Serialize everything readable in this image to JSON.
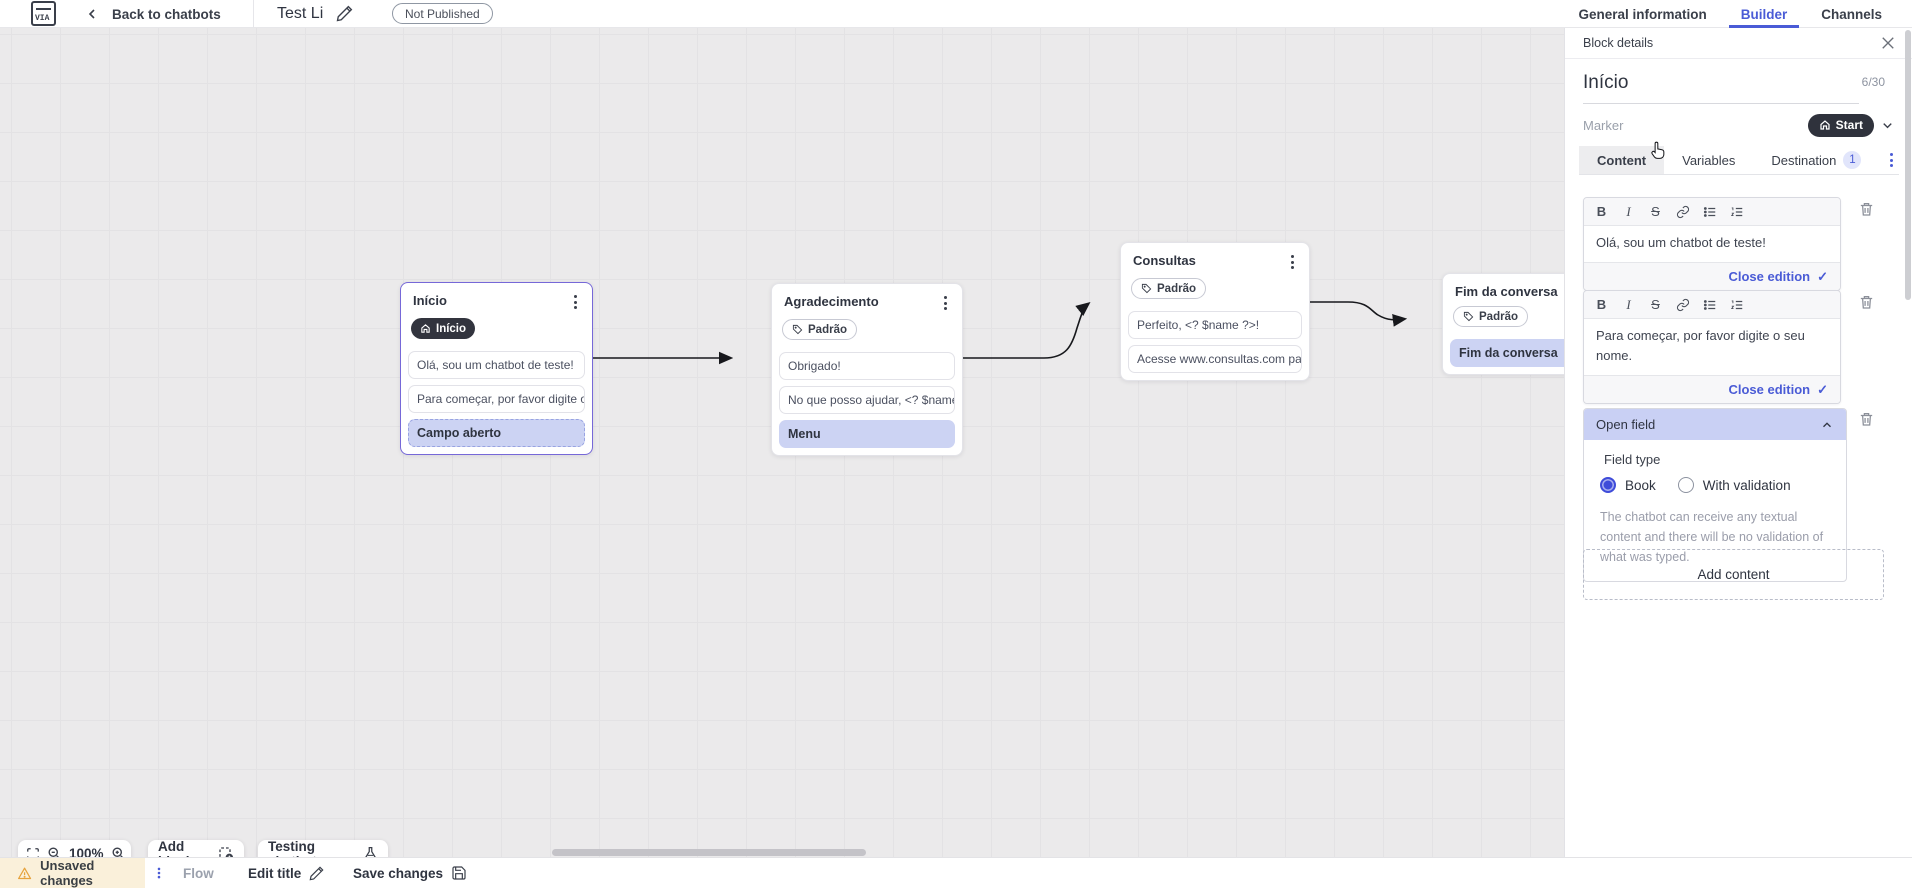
{
  "topbar": {
    "back_label": "Back to chatbots",
    "title": "Test Li",
    "status_badge": "Not Published",
    "tabs": [
      {
        "label": "General information",
        "active": false
      },
      {
        "label": "Builder",
        "active": true
      },
      {
        "label": "Channels",
        "active": false
      }
    ]
  },
  "panel": {
    "header": "Block details",
    "block_title": "Início",
    "char_count": "6/30",
    "marker_label": "Marker",
    "marker_value": "Start",
    "tabs": [
      {
        "label": "Content",
        "active": true
      },
      {
        "label": "Variables",
        "active": false
      },
      {
        "label": "Destination",
        "active": false,
        "badge": "1"
      }
    ],
    "toolbar_glyphs": {
      "bold": "B",
      "italic": "I",
      "strike": "S"
    },
    "editors": [
      {
        "text": "Olá, sou um chatbot de teste!",
        "close_label": "Close edition"
      },
      {
        "text": "Para começar, por favor digite o seu nome.",
        "close_label": "Close edition"
      }
    ],
    "open_field": {
      "title": "Open field",
      "field_type_label": "Field type",
      "options": [
        {
          "label": "Book",
          "selected": true
        },
        {
          "label": "With validation",
          "selected": false
        }
      ],
      "description": "The chatbot can receive any textual content and there will be no validation of what was typed."
    },
    "add_content_label": "Add content"
  },
  "canvas": {
    "blocks": [
      {
        "title": "Início",
        "badge": "Início",
        "rows": [
          {
            "text": "Olá, sou um chatbot de teste!"
          },
          {
            "text": "Para começar, por favor digite o ..."
          },
          {
            "text": "Campo aberto"
          }
        ]
      },
      {
        "title": "Agradecimento",
        "badge": "Padrão",
        "rows": [
          {
            "text": "Obrigado!"
          },
          {
            "text": "No que posso ajudar, <? $name ..."
          },
          {
            "text": "Menu"
          }
        ]
      },
      {
        "title": "Consultas",
        "badge": "Padrão",
        "rows": [
          {
            "text": "Perfeito, <? $name ?>!"
          },
          {
            "text": "Acesse www.consultas.com par..."
          }
        ]
      },
      {
        "title": "Fim da conversa",
        "badge": "Padrão",
        "rows": [
          {
            "text": "Fim da conversa"
          }
        ]
      }
    ]
  },
  "toolbar": {
    "zoom_level": "100%",
    "add_block_label": "Add block",
    "testing_label": "Testing chatbot"
  },
  "statusbar": {
    "unsaved_label": "Unsaved changes",
    "flow_label": "Flow",
    "edit_title_label": "Edit title",
    "save_label": "Save changes"
  },
  "icons": {
    "check": "✓",
    "names": [
      "back-chevron-icon",
      "pencil-icon",
      "close-icon",
      "home-icon",
      "chevron-down-icon",
      "chevron-up-icon",
      "bold-icon",
      "italic-icon",
      "strikethrough-icon",
      "link-icon",
      "list-bulleted-icon",
      "list-numbered-icon",
      "trash-icon",
      "kebab-icon",
      "tag-icon",
      "fullscreen-icon",
      "zoom-out-icon",
      "zoom-in-icon",
      "add-block-icon",
      "flask-icon",
      "warning-icon",
      "save-icon",
      "hand-cursor-icon"
    ]
  },
  "colors": {
    "accent_indigo": "#4a5bd6",
    "selected_border": "#7668d8",
    "lavender_row": "#ccd3f3",
    "open_field_header": "#c9d0f4",
    "dark_pill": "#2f323c",
    "canvas_bg": "#ebeaeb",
    "unsaved_bg": "#faf0da",
    "warning_orange": "#e6a23c"
  }
}
